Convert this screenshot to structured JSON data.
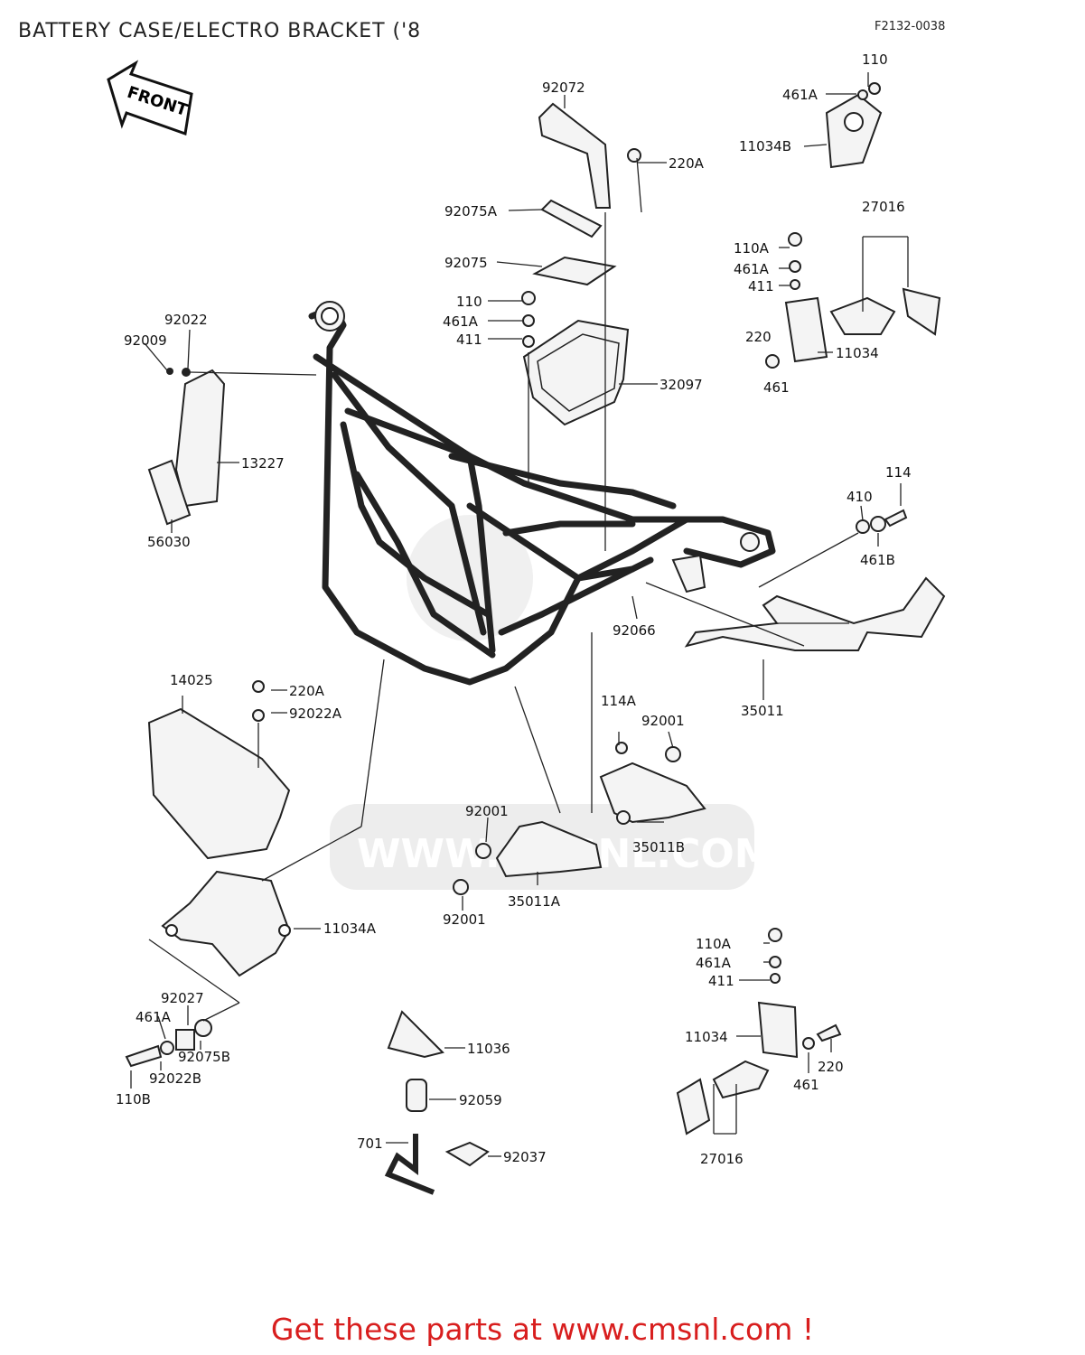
{
  "header": {
    "title": "BATTERY CASE/ELECTRO BRACKET ('8",
    "code": "F2132-0038"
  },
  "front_arrow_label": "FRONT",
  "watermark": "WWW.CMSNL.COM",
  "labels": {
    "l92072": "92072",
    "l220A_top": "220A",
    "l92075A": "92075A",
    "l92075": "92075",
    "l110_mid": "110",
    "l461A_mid": "461A",
    "l411_mid": "411",
    "l32097": "32097",
    "l110_tr": "110",
    "l461A_tr": "461A",
    "l11034B": "11034B",
    "l27016_top": "27016",
    "l110A_r": "110A",
    "l461A_r": "461A",
    "l411_r": "411",
    "l220_r": "220",
    "l11034_r": "11034",
    "l461_r": "461",
    "l92022": "92022",
    "l92009": "92009",
    "l13227": "13227",
    "l56030": "56030",
    "l114": "114",
    "l410": "410",
    "l461B": "461B",
    "l92066": "92066",
    "l35011": "35011",
    "l14025": "14025",
    "l220A_left": "220A",
    "l92022A": "92022A",
    "l114A": "114A",
    "l92001_a": "92001",
    "l35011B": "35011B",
    "l92001_b": "92001",
    "l35011A": "35011A",
    "l92001_c": "92001",
    "l11034A": "11034A",
    "l110A_br": "110A",
    "l461A_br": "461A",
    "l411_br": "411",
    "l11034_br": "11034",
    "l220_br": "220",
    "l461_br": "461",
    "l27016_bot": "27016",
    "l92027": "92027",
    "l461A_bl": "461A",
    "l92075B": "92075B",
    "l92022B": "92022B",
    "l110B": "110B",
    "l11036": "11036",
    "l92059": "92059",
    "l701": "701",
    "l92037": "92037"
  },
  "footer": "Get these parts at www.cmsnl.com !"
}
